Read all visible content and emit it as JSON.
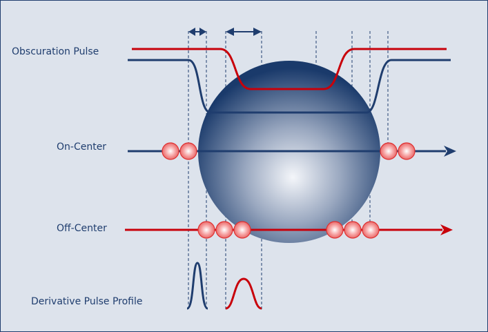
{
  "labels": {
    "obscuration": "Obscuration Pulse",
    "on_center": "On-Center",
    "off_center": "Off-Center",
    "derivative": "Derivative Pulse Profile"
  },
  "colors": {
    "background": "#dde3ec",
    "navy": "#1f3d6e",
    "red": "#c8000a",
    "sphere_light": "#f4f6fa",
    "sphere_dark": "#1a3a6b"
  }
}
